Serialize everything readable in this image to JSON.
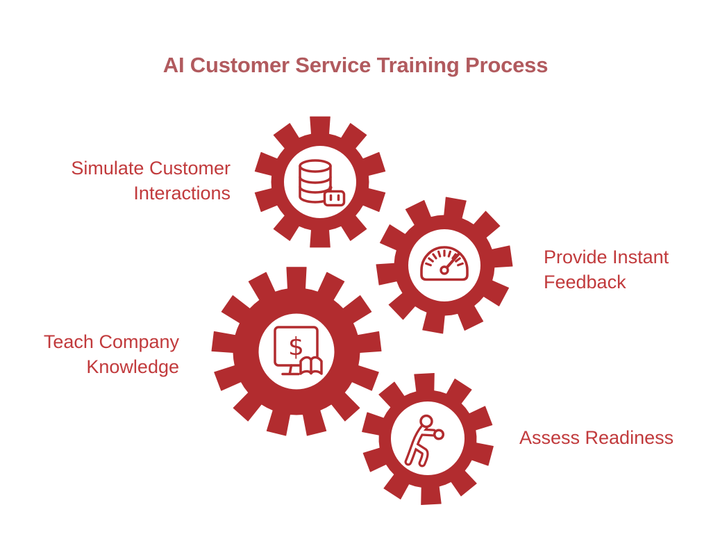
{
  "title": "AI Customer Service Training Process",
  "colors": {
    "background": "#FFFFFF",
    "gear_red": "#B22C2F",
    "label_red": "#C13A3C",
    "title_red": "#B15A5E"
  },
  "steps": [
    {
      "id": "simulate-customer-interactions",
      "label": "Simulate Customer Interactions",
      "icon": "database-robot-icon"
    },
    {
      "id": "provide-instant-feedback",
      "label": "Provide Instant Feedback",
      "icon": "speedometer-icon"
    },
    {
      "id": "teach-company-knowledge",
      "label": "Teach Company Knowledge",
      "icon": "monitor-dollar-book-icon",
      "symbol": "$"
    },
    {
      "id": "assess-readiness",
      "label": "Assess Readiness",
      "icon": "exercising-person-icon"
    }
  ]
}
